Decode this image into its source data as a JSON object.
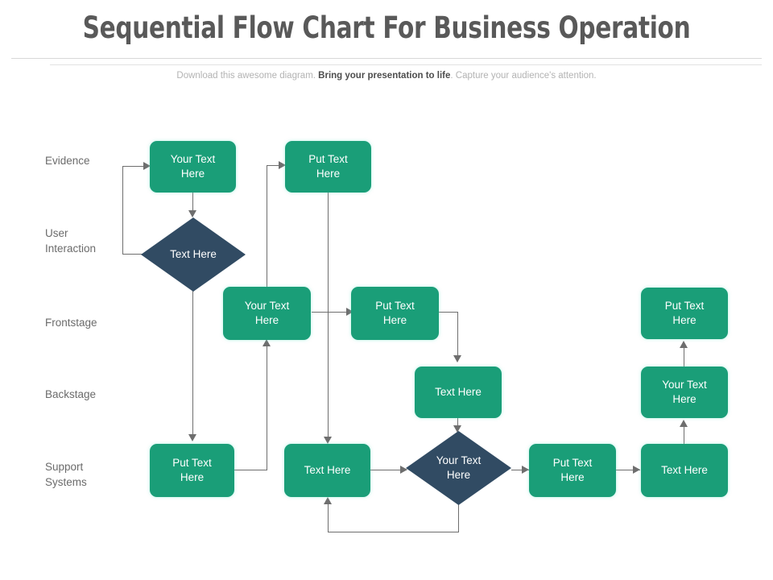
{
  "header": {
    "title": "Sequential Flow Chart For Business Operation",
    "subtitle_lead": "Download this awesome diagram. ",
    "subtitle_bold": "Bring your presentation to life",
    "subtitle_tail": ". Capture your audience's attention."
  },
  "colors": {
    "node_green": "#1a9e78",
    "node_navy": "#314b63",
    "connector": "#6e6e6e",
    "title_text": "#595959",
    "lane_text": "#6b6b6b",
    "subtitle_muted": "#b3b3b3",
    "subtitle_bold": "#4d4d4d",
    "background": "#ffffff"
  },
  "lanes": [
    {
      "id": "evidence",
      "label": "Evidence"
    },
    {
      "id": "user-interaction",
      "label": "User\nInteraction"
    },
    {
      "id": "frontstage",
      "label": "Frontstage"
    },
    {
      "id": "backstage",
      "label": "Backstage"
    },
    {
      "id": "support-systems",
      "label": "Support\nSystems"
    }
  ],
  "nodes": [
    {
      "id": "n1",
      "lane": "evidence",
      "shape": "box",
      "label": "Your Text\nHere"
    },
    {
      "id": "n2",
      "lane": "evidence",
      "shape": "box",
      "label": "Put Text\nHere"
    },
    {
      "id": "n3",
      "lane": "user-interaction",
      "shape": "diamond",
      "label": "Text Here"
    },
    {
      "id": "n4",
      "lane": "frontstage",
      "shape": "box",
      "label": "Your Text\nHere"
    },
    {
      "id": "n5",
      "lane": "frontstage",
      "shape": "box",
      "label": "Put Text\nHere"
    },
    {
      "id": "n6",
      "lane": "frontstage",
      "shape": "box",
      "label": "Put Text\nHere"
    },
    {
      "id": "n7",
      "lane": "backstage",
      "shape": "box",
      "label": "Text Here"
    },
    {
      "id": "n8",
      "lane": "backstage",
      "shape": "box",
      "label": "Your Text\nHere"
    },
    {
      "id": "n9",
      "lane": "support-systems",
      "shape": "box",
      "label": "Put Text\nHere"
    },
    {
      "id": "n10",
      "lane": "support-systems",
      "shape": "box",
      "label": "Text Here"
    },
    {
      "id": "n11",
      "lane": "support-systems",
      "shape": "diamond",
      "label": "Your Text\nHere"
    },
    {
      "id": "n12",
      "lane": "support-systems",
      "shape": "box",
      "label": "Put Text\nHere"
    },
    {
      "id": "n13",
      "lane": "support-systems",
      "shape": "box",
      "label": "Text Here"
    }
  ],
  "chart_data": {
    "type": "flowchart",
    "title": "Sequential Flow Chart For Business Operation",
    "lanes": [
      "Evidence",
      "User Interaction",
      "Frontstage",
      "Backstage",
      "Support Systems"
    ],
    "edges": [
      {
        "from": "n3",
        "to": "n1",
        "style": "elbow-left-up"
      },
      {
        "from": "n1",
        "to": "n3",
        "style": "straight-down"
      },
      {
        "from": "n3",
        "to": "n9",
        "style": "straight-down"
      },
      {
        "from": "n4",
        "to": "n2",
        "style": "elbow-up-right"
      },
      {
        "from": "n2",
        "to": "n10",
        "style": "straight-down"
      },
      {
        "from": "n4",
        "to": "n5",
        "style": "straight-right"
      },
      {
        "from": "n5",
        "to": "n7",
        "style": "elbow-right-down"
      },
      {
        "from": "n7",
        "to": "n11",
        "style": "straight-down"
      },
      {
        "from": "n9",
        "to": "n4",
        "style": "elbow-right-up"
      },
      {
        "from": "n10",
        "to": "n11",
        "style": "straight-right"
      },
      {
        "from": "n11",
        "to": "n12",
        "style": "straight-right"
      },
      {
        "from": "n11",
        "to": "n10",
        "style": "elbow-down-left-up"
      },
      {
        "from": "n12",
        "to": "n13",
        "style": "straight-right"
      },
      {
        "from": "n13",
        "to": "n8",
        "style": "straight-up"
      },
      {
        "from": "n8",
        "to": "n6",
        "style": "straight-up"
      }
    ]
  }
}
